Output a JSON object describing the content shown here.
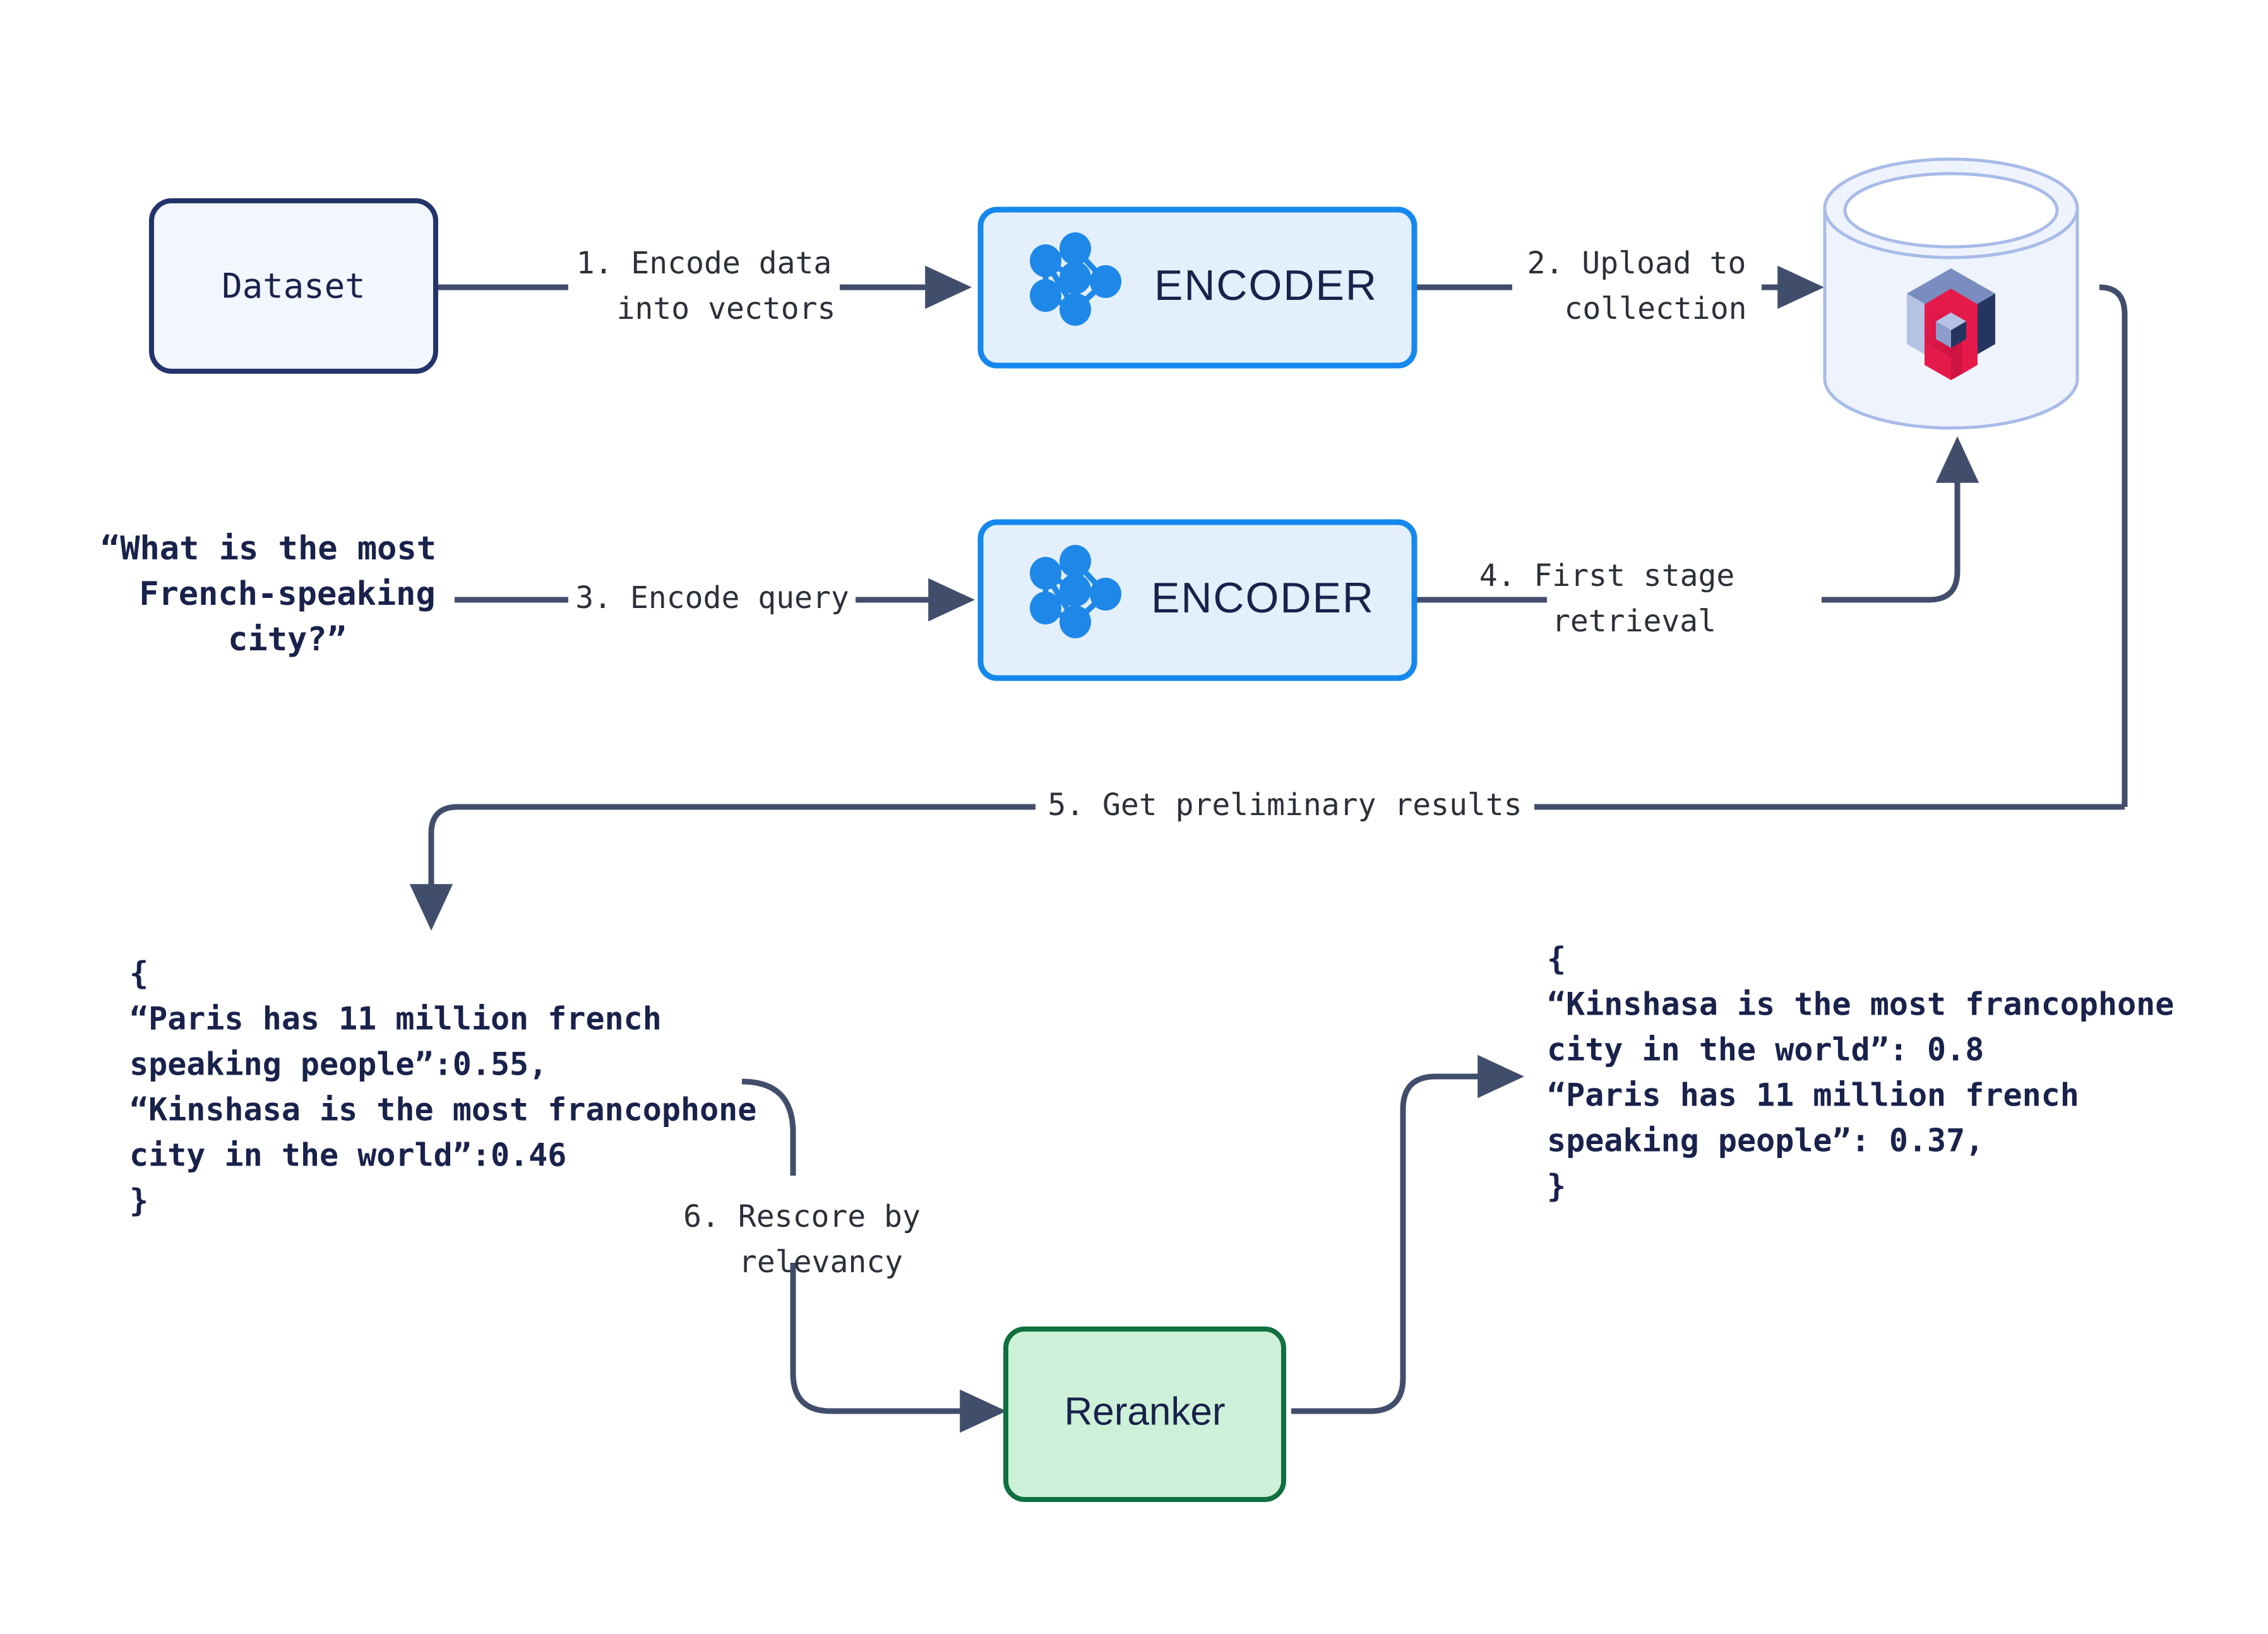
{
  "diagram": {
    "title": "Two-stage retrieval with reranking",
    "colors": {
      "arrow": "#414E6B",
      "navy_text": "#19224B",
      "label_text": "#2C3038",
      "dataset_fill": "#F2F6FD",
      "dataset_stroke": "#23346B",
      "encoder_fill": "#E3EFFB",
      "encoder_stroke": "#1588EE",
      "encoder_icon": "#1E88E8",
      "cylinder_fill": "#EEF3FD",
      "cylinder_stroke": "#A8BBE8",
      "reranker_fill": "#CDF1D8",
      "reranker_stroke": "#107040",
      "qdrant_red": "#E51A4B",
      "qdrant_light": "#B6C2E3",
      "qdrant_mid": "#7A8DC0",
      "qdrant_dark": "#24365F"
    },
    "nodes": {
      "dataset": {
        "label": "Dataset"
      },
      "encoder_top": {
        "label": "ENCODER",
        "icon": "neural-network-icon"
      },
      "encoder_bottom": {
        "label": "ENCODER",
        "icon": "neural-network-icon"
      },
      "vector_db": {
        "icon": "qdrant-logo-icon",
        "shape": "cylinder"
      },
      "reranker": {
        "label": "Reranker"
      }
    },
    "query": {
      "lines": [
        "“What is the most",
        "French-speaking",
        "city?”"
      ]
    },
    "edges": [
      {
        "id": "1",
        "lines": [
          "1. Encode data",
          "into vectors"
        ]
      },
      {
        "id": "2",
        "lines": [
          "2. Upload to",
          "collection"
        ]
      },
      {
        "id": "3",
        "lines": [
          "3. Encode query"
        ]
      },
      {
        "id": "4",
        "lines": [
          "4. First stage",
          "retrieval"
        ]
      },
      {
        "id": "5",
        "lines": [
          "5. Get preliminary results"
        ]
      },
      {
        "id": "6",
        "lines": [
          "6. Rescore by",
          "relevancy"
        ]
      }
    ],
    "results_preliminary": {
      "lines": [
        "{",
        "“Paris has 11 million french",
        "speaking people”:0.55,",
        "“Kinshasa is the most francophone",
        "city in the world”:0.46",
        "}"
      ]
    },
    "results_reranked": {
      "lines": [
        "{",
        "“Kinshasa is the most francophone",
        "city in the world”: 0.8",
        "“Paris has 11 million french",
        "speaking people”: 0.37,",
        "}"
      ]
    }
  }
}
